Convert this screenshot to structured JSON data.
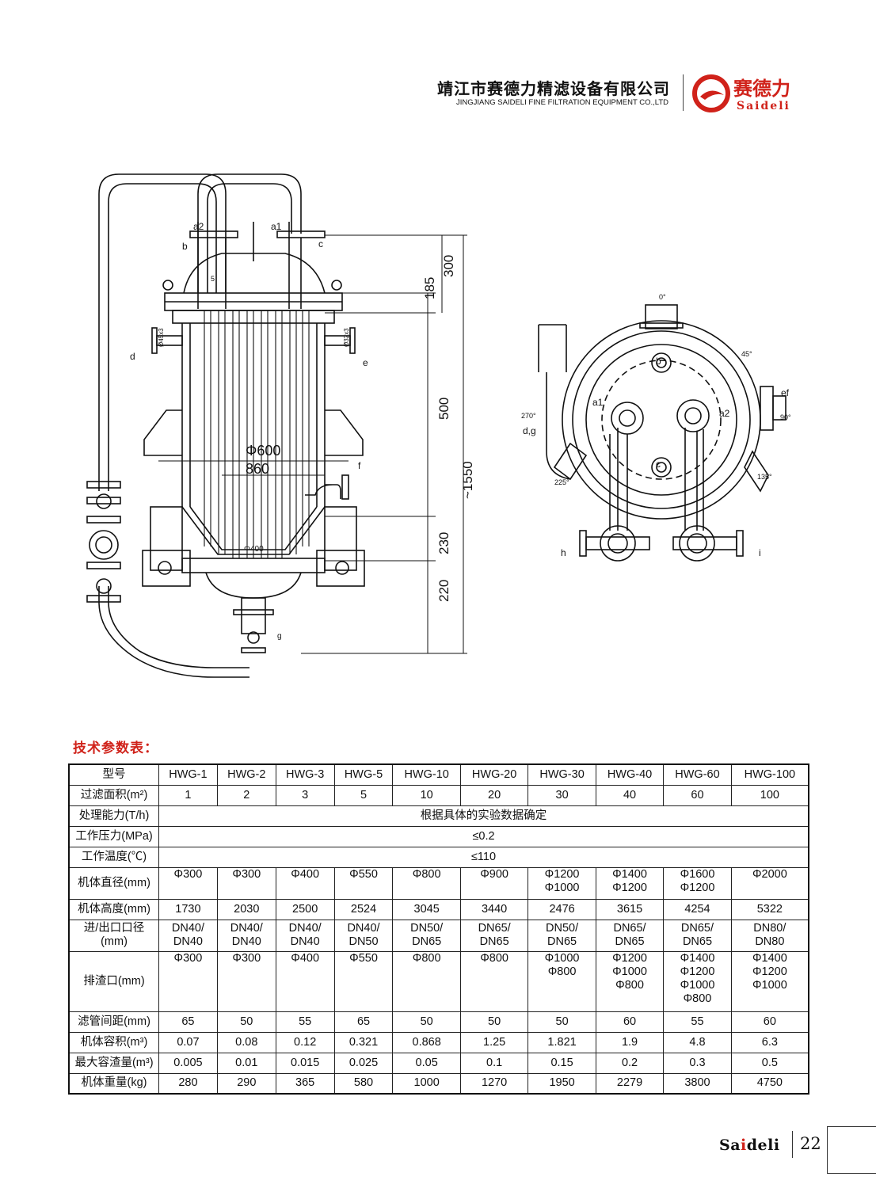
{
  "header": {
    "company_cn": "靖江市赛德力精滤设备有限公司",
    "company_en": "JINGJIANG SAIDELI FINE FILTRATION EQUIPMENT CO.,LTD",
    "logo_cn": "赛德力",
    "logo_en": "Saideli",
    "brand_color": "#d0221a"
  },
  "drawing": {
    "labels": {
      "a1": "a1",
      "a2": "a2",
      "b": "b",
      "c": "c",
      "d": "d",
      "e": "e",
      "f": "f",
      "g": "g",
      "h": "h",
      "i": "i",
      "ef": "ef",
      "dg": "d,g",
      "five": "5",
      "phi600": "Φ600",
      "d860": "860",
      "phi45": "Ø45x3",
      "phi32": "Ø32x3",
      "phi400": "Φ400"
    },
    "dims": {
      "d300": "300",
      "d185": "185",
      "d500": "500",
      "d1550": "~1550",
      "d230": "230",
      "d220": "220"
    },
    "angles": {
      "a0": "0°",
      "a45": "45°",
      "a90": "90°",
      "a135": "135°",
      "a225": "225°",
      "a270": "270°"
    }
  },
  "table": {
    "title": "技术参数表：",
    "header_label": "型号",
    "models": [
      "HWG-1",
      "HWG-2",
      "HWG-3",
      "HWG-5",
      "HWG-10",
      "HWG-20",
      "HWG-30",
      "HWG-40",
      "HWG-60",
      "HWG-100"
    ],
    "rows": {
      "area": {
        "label": "过滤面积(m²)",
        "values": [
          "1",
          "2",
          "3",
          "5",
          "10",
          "20",
          "30",
          "40",
          "60",
          "100"
        ]
      },
      "capacity": {
        "label": "处理能力(T/h)",
        "merged": "根据具体的实验数据确定"
      },
      "pressure": {
        "label": "工作压力(MPa)",
        "merged": "≤0.2"
      },
      "temp": {
        "label": "工作温度(℃)",
        "merged": "≤110"
      },
      "diameter": {
        "label": "机体直径(mm)",
        "values": [
          [
            "Φ300"
          ],
          [
            "Φ300"
          ],
          [
            "Φ400"
          ],
          [
            "Φ550"
          ],
          [
            "Φ800"
          ],
          [
            "Φ900"
          ],
          [
            "Φ1200",
            "Φ1000"
          ],
          [
            "Φ1400",
            "Φ1200"
          ],
          [
            "Φ1600",
            "Φ1200"
          ],
          [
            "Φ2000"
          ]
        ]
      },
      "height": {
        "label": "机体高度(mm)",
        "values": [
          "1730",
          "2030",
          "2500",
          "2524",
          "3045",
          "3440",
          "2476",
          "3615",
          "4254",
          "5322"
        ]
      },
      "port": {
        "label_l1": "进/出口口径",
        "label_l2": "(mm)",
        "values": [
          [
            "DN40/",
            "DN40"
          ],
          [
            "DN40/",
            "DN40"
          ],
          [
            "DN40/",
            "DN40"
          ],
          [
            "DN40/",
            "DN50"
          ],
          [
            "DN50/",
            "DN65"
          ],
          [
            "DN65/",
            "DN65"
          ],
          [
            "DN50/",
            "DN65"
          ],
          [
            "DN65/",
            "DN65"
          ],
          [
            "DN65/",
            "DN65"
          ],
          [
            "DN80/",
            "DN80"
          ]
        ]
      },
      "slag": {
        "label": "排渣口(mm)",
        "values": [
          [
            "Φ300"
          ],
          [
            "Φ300"
          ],
          [
            "Φ400"
          ],
          [
            "Φ550"
          ],
          [
            "Φ800"
          ],
          [
            "Φ800"
          ],
          [
            "Φ1000",
            "Φ800"
          ],
          [
            "Φ1200",
            "Φ1000",
            "Φ800"
          ],
          [
            "Φ1400",
            "Φ1200",
            "Φ1000",
            "Φ800"
          ],
          [
            "Φ1400",
            "Φ1200",
            "Φ1000"
          ]
        ]
      },
      "spacing": {
        "label": "滤管间距(mm)",
        "values": [
          "65",
          "50",
          "55",
          "65",
          "50",
          "50",
          "50",
          "60",
          "55",
          "60"
        ]
      },
      "volume": {
        "label": "机体容积(m³)",
        "values": [
          "0.07",
          "0.08",
          "0.12",
          "0.321",
          "0.868",
          "1.25",
          "1.821",
          "1.9",
          "4.8",
          "6.3"
        ]
      },
      "residue": {
        "label": "最大容渣量(m³)",
        "values": [
          "0.005",
          "0.01",
          "0.015",
          "0.025",
          "0.05",
          "0.1",
          "0.15",
          "0.2",
          "0.3",
          "0.5"
        ]
      },
      "weight": {
        "label": "机体重量(kg)",
        "values": [
          "280",
          "290",
          "365",
          "580",
          "1000",
          "1270",
          "1950",
          "2279",
          "3800",
          "4750"
        ]
      }
    }
  },
  "footer": {
    "brand_a": "Sa",
    "brand_i": "i",
    "brand_b": "deli",
    "page": "22"
  }
}
